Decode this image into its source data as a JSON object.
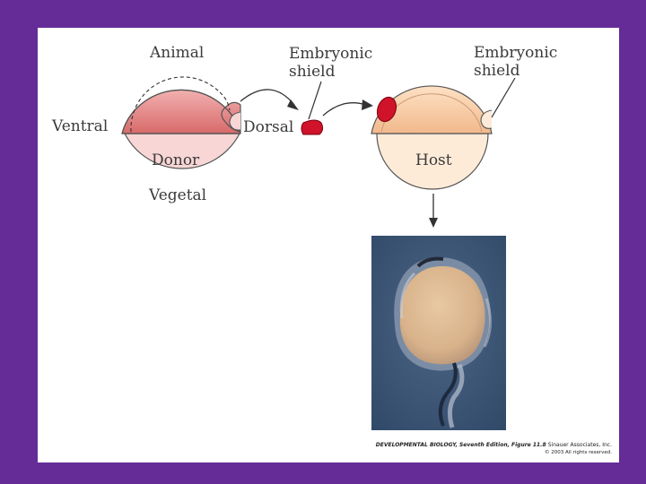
{
  "labels": {
    "animal": "Animal",
    "ventral": "Ventral",
    "dorsal": "Dorsal",
    "donor": "Donor",
    "vegetal": "Vegetal",
    "shield_left_line1": "Embryonic",
    "shield_left_line2": "shield",
    "shield_right_line1": "Embryonic",
    "shield_right_line2": "shield",
    "host": "Host"
  },
  "caption": {
    "line1_bold": "DEVELOPMENTAL BIOLOGY, Seventh Edition, Figure 11.8",
    "line1_rest": "Sinauer Associates, Inc.",
    "line2": "© 2003 All rights reserved."
  },
  "colors": {
    "background": "#652c98",
    "slide": "#ffffff",
    "donor_animal_cap": "#e07a7a",
    "donor_vegetal": "#f7d3d3",
    "host_animal_cap": "#f5c9a0",
    "host_vegetal": "#fdebd8",
    "shield_red": "#d0132a"
  }
}
